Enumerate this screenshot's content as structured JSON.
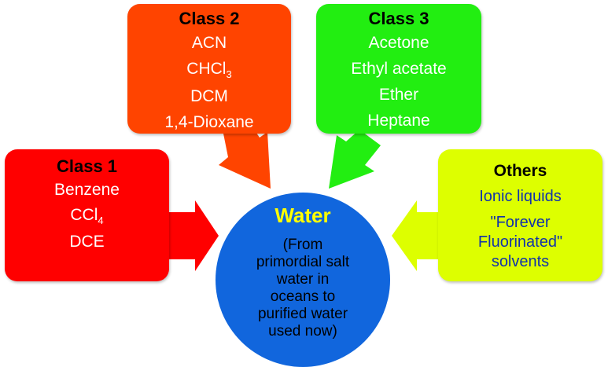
{
  "class1": {
    "title": "Class 1",
    "items": [
      "Benzene",
      "CCl",
      "DCE"
    ],
    "sub": {
      "1": "4"
    }
  },
  "class2": {
    "title": "Class 2",
    "items": [
      "ACN",
      "CHCl",
      "DCM",
      "1,4-Dioxane"
    ],
    "sub": {
      "1": "3"
    }
  },
  "class3": {
    "title": "Class 3",
    "items": [
      "Acetone",
      "Ethyl acetate",
      "Ether",
      "Heptane"
    ]
  },
  "others": {
    "title": "Others",
    "items": [
      "Ionic liquids",
      "\"Forever",
      "Fluorinated\"",
      "solvents"
    ]
  },
  "water": {
    "title": "Water",
    "description_lines": [
      "(From",
      "primordial salt",
      "water in",
      "oceans to",
      "purified water",
      "used now)"
    ]
  },
  "colors": {
    "class1": "#ff0000",
    "class2": "#ff4400",
    "class3": "#22ee11",
    "others": "#ddff00",
    "water": "#1166dd",
    "water_title": "#ffff00",
    "others_text": "#1133aa"
  }
}
